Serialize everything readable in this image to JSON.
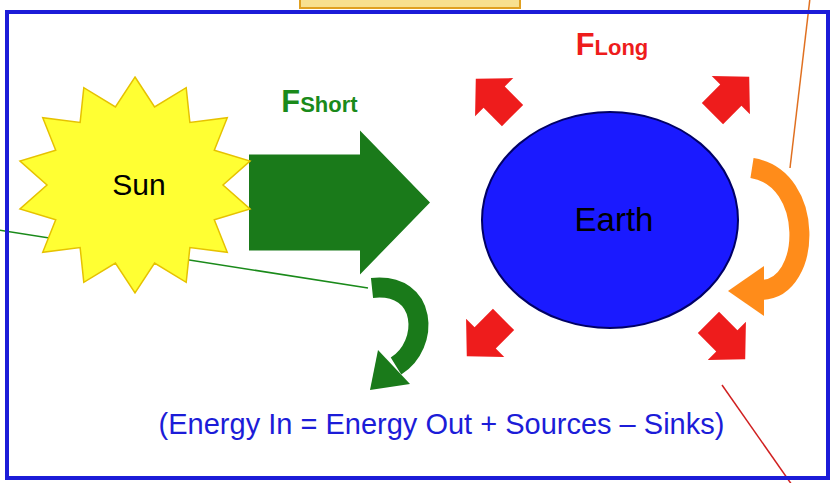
{
  "diagram": {
    "nodes": [
      {
        "text": [
          "(Energy In = Energy Out + Sources – Sinks)"
        ]
      },
      {
        "text": [
          "Sun"
        ],
        "in": 0
      },
      {
        "text": [
          "Earth"
        ],
        "in": 0
      }
    ],
    "edges": [
      {
        "from": 1,
        "to": 2,
        "arrow": "to",
        "label": "FShort"
      }
    ],
    "labels": [
      "FLong"
    ]
  }
}
